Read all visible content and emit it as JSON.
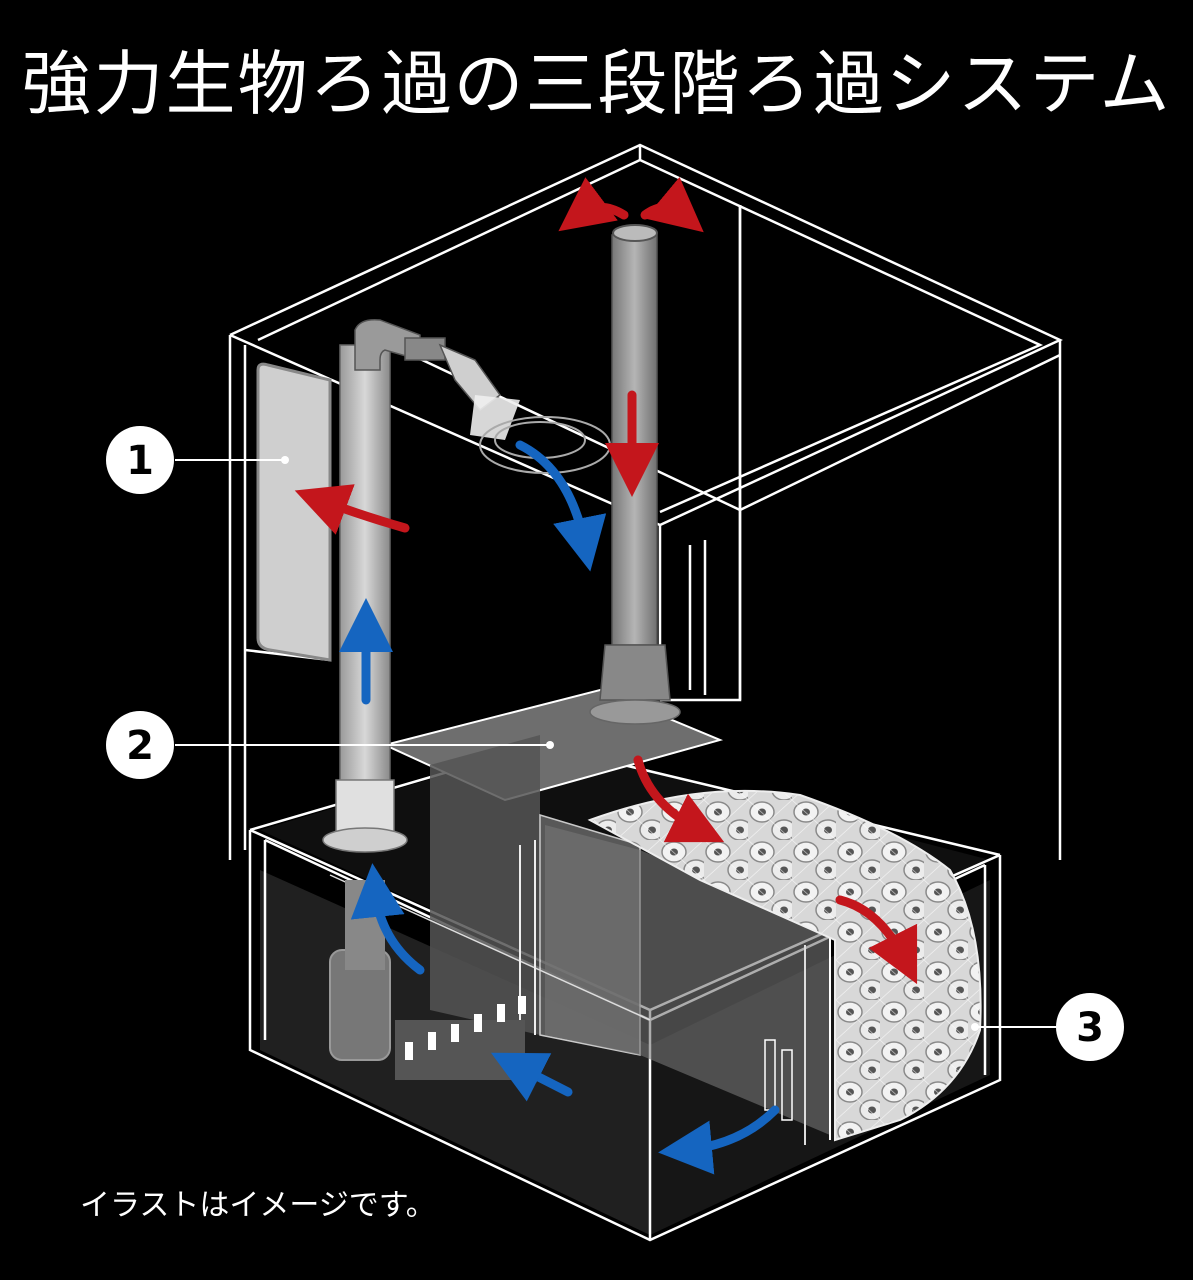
{
  "title": "強力生物ろ過の三段階ろ過システム",
  "caption": "イラストはイメージです。",
  "callouts": [
    {
      "number": "1"
    },
    {
      "number": "2"
    },
    {
      "number": "3"
    }
  ],
  "colors": {
    "background": "#000000",
    "flow_red": "#c4161c",
    "flow_blue": "#1565c0",
    "glass_line": "#ffffff",
    "media_white": "#e8e8e8"
  }
}
